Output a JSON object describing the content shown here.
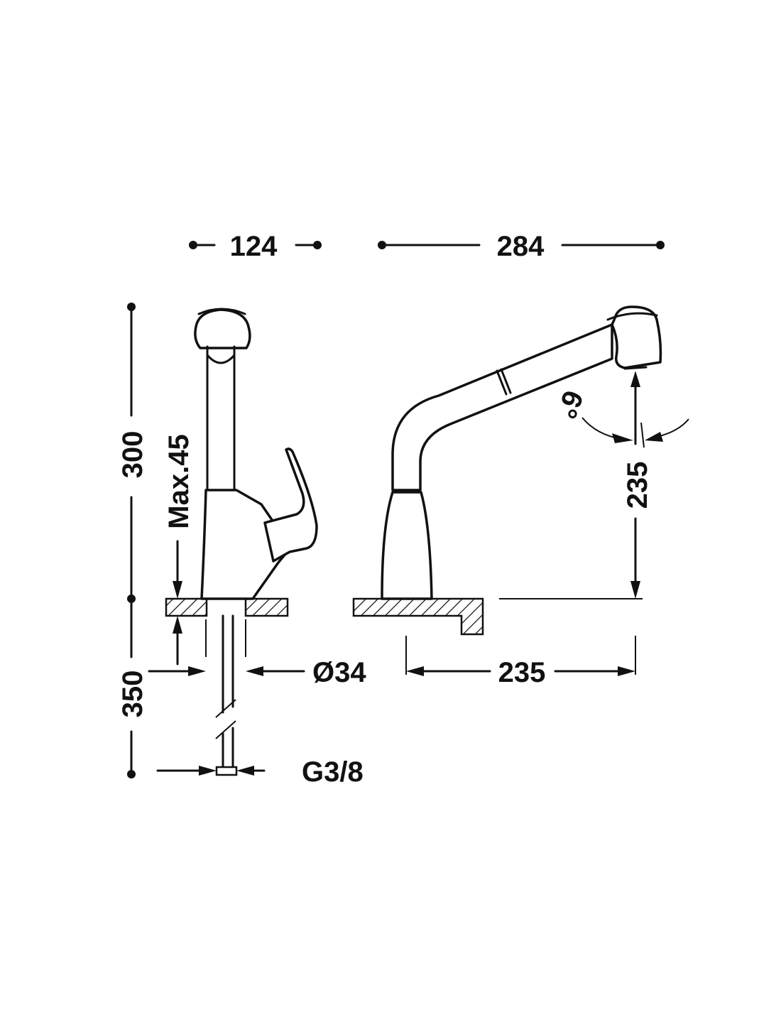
{
  "dimensions": {
    "side_width": "124",
    "front_width": "284",
    "total_height": "300",
    "max_deck_thickness": "Max.45",
    "hose_length": "350",
    "hole_diameter": "Ø34",
    "connection": "G3/8",
    "spout_height": "235",
    "spout_reach": "235",
    "swivel_angle": "6°"
  },
  "colors": {
    "line": "#111111",
    "background": "#ffffff"
  }
}
